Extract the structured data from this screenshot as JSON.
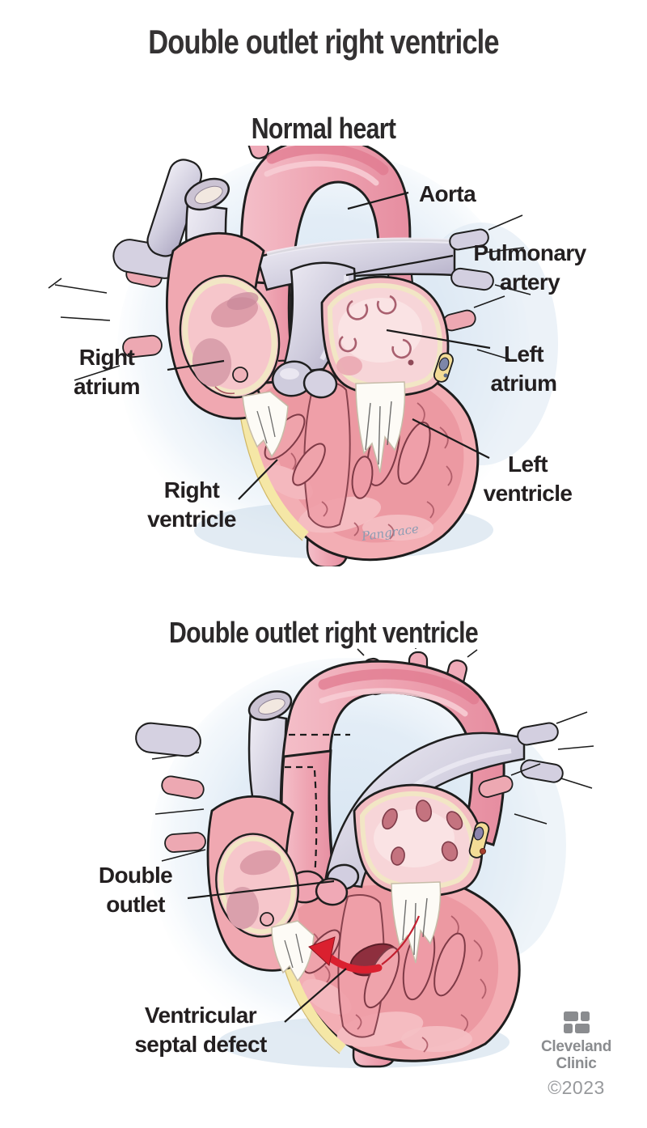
{
  "page_title": "Double outlet right ventricle",
  "figures": [
    {
      "subtitle": "Normal heart",
      "labels": [
        {
          "name": "aorta",
          "text": "Aorta"
        },
        {
          "name": "pulmonary-artery",
          "text": "Pulmonary artery"
        },
        {
          "name": "left-atrium",
          "text": "Left atrium"
        },
        {
          "name": "right-atrium",
          "text": "Right atrium"
        },
        {
          "name": "right-ventricle",
          "text": "Right ventricle"
        },
        {
          "name": "left-ventricle",
          "text": "Left ventricle"
        }
      ],
      "artist_signature": "Pangrace"
    },
    {
      "subtitle": "Double outlet right ventricle",
      "labels": [
        {
          "name": "double-outlet",
          "text": "Double outlet"
        },
        {
          "name": "ventricular-septal-defect",
          "text": "Ventricular septal defect"
        }
      ]
    }
  ],
  "footer": {
    "brand_line1": "Cleveland",
    "brand_line2": "Clinic",
    "copyright": "©2023"
  },
  "colors": {
    "title_text": "#343233",
    "label_text": "#231f20",
    "artery_pink": "#eea3b1",
    "vein_lavender": "#cfccdd",
    "muscle_pink": "#f3aeb4",
    "chamber_pink": "#ec99a2",
    "cut_rim_cream": "#f2e6c5",
    "epicardium_yellow": "#f5e7a6",
    "defect_arrow_red": "#da202f",
    "halo_blue": "#d9e6f2",
    "brand_gray": "#8a8c8f"
  }
}
